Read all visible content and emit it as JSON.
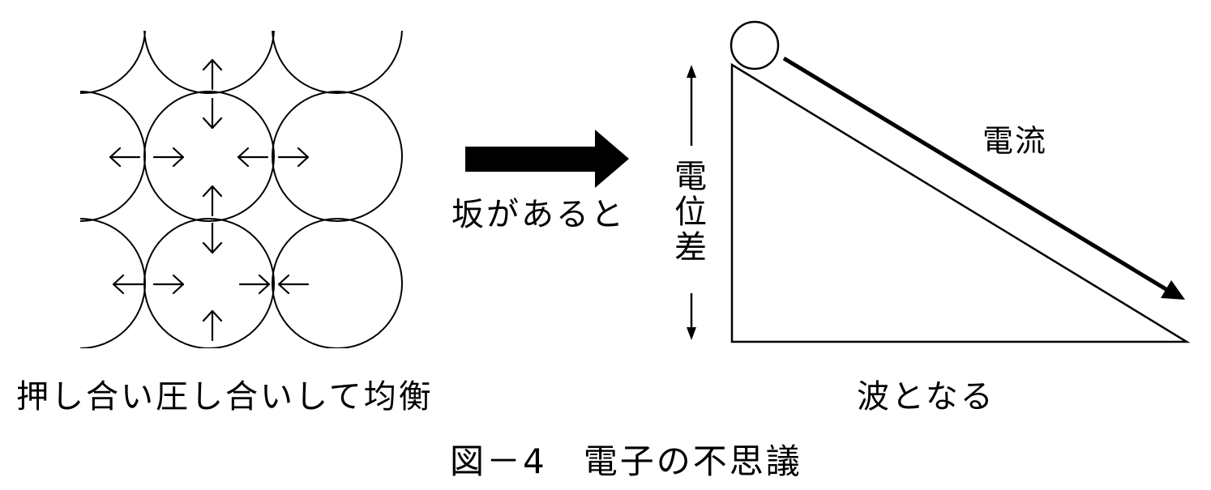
{
  "diagram": {
    "left_label": "押し合い圧し合いして均衡",
    "slope_label": "坂があると",
    "vertical_label": "電位差",
    "current_label": "電流",
    "wave_label": "波となる",
    "caption": "図－4　電子の不思議"
  },
  "colors": {
    "ink": "#000000",
    "background": "#ffffff"
  },
  "icons": [
    "arrow-up-icon",
    "arrow-down-icon",
    "arrow-left-icon",
    "arrow-right-icon",
    "big-right-arrow-icon"
  ]
}
